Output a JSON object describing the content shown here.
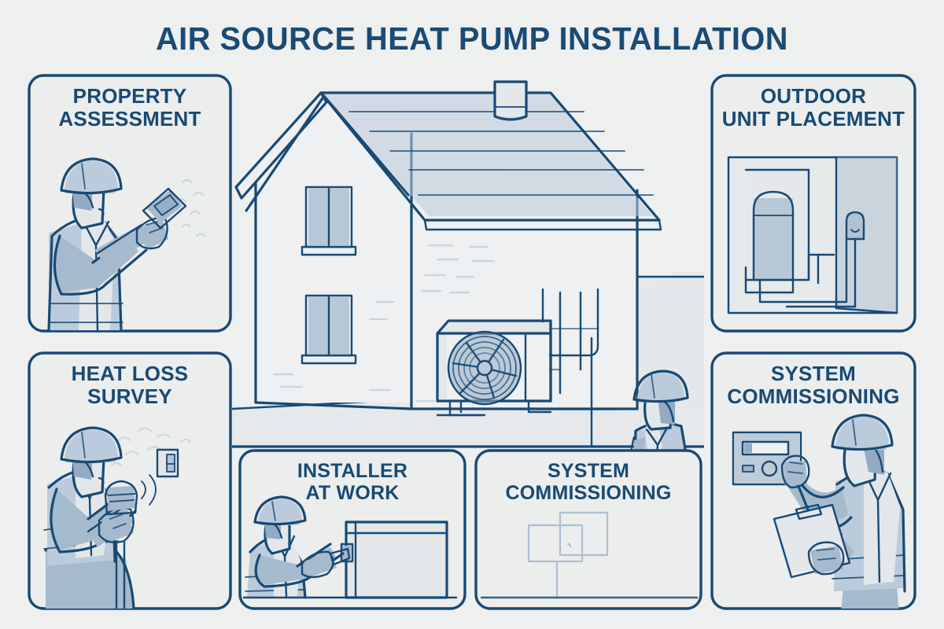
{
  "poster": {
    "title": "AIR SOURCE HEAT PUMP INSTALLATION",
    "background_color": "#eeefef",
    "line_color": "#184a74",
    "fill_light": "#e8eaec",
    "fill_mid": "#b9c8d8",
    "fill_shade": "#9fb4c8"
  },
  "panels": {
    "top_left": {
      "id": "property-assessment",
      "title_line1": "PROPERTY",
      "title_line2": "ASSESSMENT",
      "illustration": "worker-with-thermal-camera"
    },
    "top_right": {
      "id": "outdoor-unit-placement",
      "title_line1": "OUTDOOR",
      "title_line2": "UNIT PLACEMENT",
      "illustration": "cylinder-tank-and-wall-unit-schematic"
    },
    "bottom_left": {
      "id": "heat-loss-survey",
      "title_line1": "HEAT LOSS",
      "title_line2": "SURVEY",
      "illustration": "kneeling-worker-with-measuring-device"
    },
    "bottom_right": {
      "id": "system-commissioning-right",
      "title_line1": "SYSTEM",
      "title_line2": "COMMISSIONING",
      "illustration": "worker-with-clipboard-at-control-panel"
    },
    "bottom_center_left": {
      "id": "installer-at-work",
      "title_line1": "INSTALLER",
      "title_line2": "AT WORK",
      "illustration": "installer-fitting-indoor-unit"
    },
    "bottom_center_right": {
      "id": "system-commissioning-center",
      "title_line1": "SYSTEM",
      "title_line2": "COMMISSIONING",
      "illustration": "faint-control-panel-shapes"
    }
  },
  "center_scene": {
    "id": "house-with-heat-pump",
    "elements": [
      "pitched-roof-house",
      "chimney",
      "upper-window",
      "lower-window",
      "side-extension",
      "outdoor-heat-pump-unit",
      "fan-grille",
      "refrigerant-pipework",
      "ground-line",
      "standing-worker"
    ]
  }
}
